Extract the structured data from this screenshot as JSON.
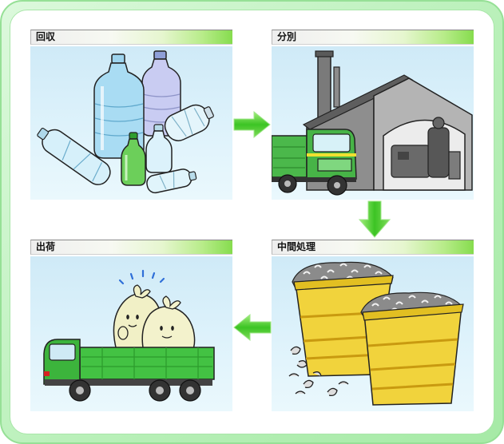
{
  "diagram": {
    "steps": [
      {
        "label": "回収",
        "icon": "plastic-bottles-icon"
      },
      {
        "label": "分別",
        "icon": "sorting-facility-icon"
      },
      {
        "label": "中間処理",
        "icon": "shredded-plastic-bins-icon"
      },
      {
        "label": "出荷",
        "icon": "shipping-truck-icon"
      }
    ],
    "flow_icons": [
      "right-arrow-icon",
      "down-arrow-icon",
      "left-arrow-icon"
    ]
  },
  "colors": {
    "frame": "#b9f0b9",
    "header_accent": "#86dc4e",
    "image_background": "#ddf2fb",
    "arrow": "#3cc424",
    "bin_yellow": "#f1d33c",
    "truck_green": "#45b845"
  }
}
